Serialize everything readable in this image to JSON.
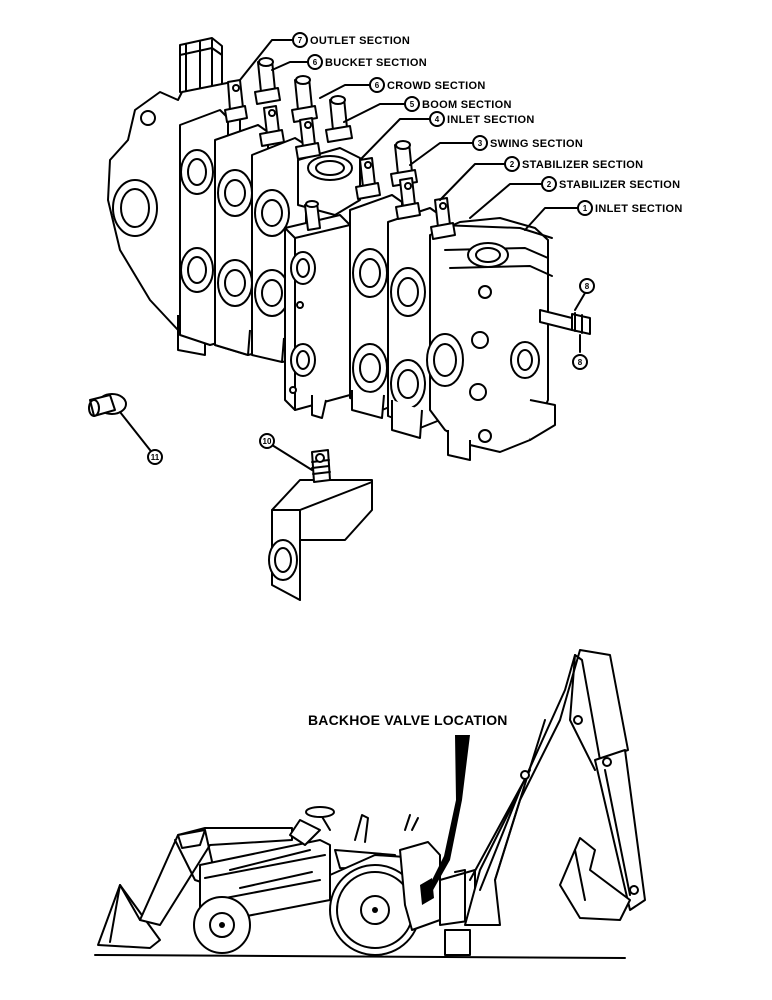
{
  "callouts": [
    {
      "num": "7",
      "label": "OUTLET SECTION"
    },
    {
      "num": "6",
      "label": "BUCKET SECTION"
    },
    {
      "num": "6",
      "label": "CROWD SECTION"
    },
    {
      "num": "5",
      "label": "BOOM SECTION"
    },
    {
      "num": "4",
      "label": "INLET SECTION"
    },
    {
      "num": "3",
      "label": "SWING SECTION"
    },
    {
      "num": "2",
      "label": "STABILIZER SECTION"
    },
    {
      "num": "2",
      "label": "STABILIZER SECTION"
    },
    {
      "num": "1",
      "label": "INLET SECTION"
    }
  ],
  "part_numbers": {
    "p8a": "8",
    "p8b": "8",
    "p10": "10",
    "p11": "11"
  },
  "location_label": "BACKHOE VALVE LOCATION"
}
